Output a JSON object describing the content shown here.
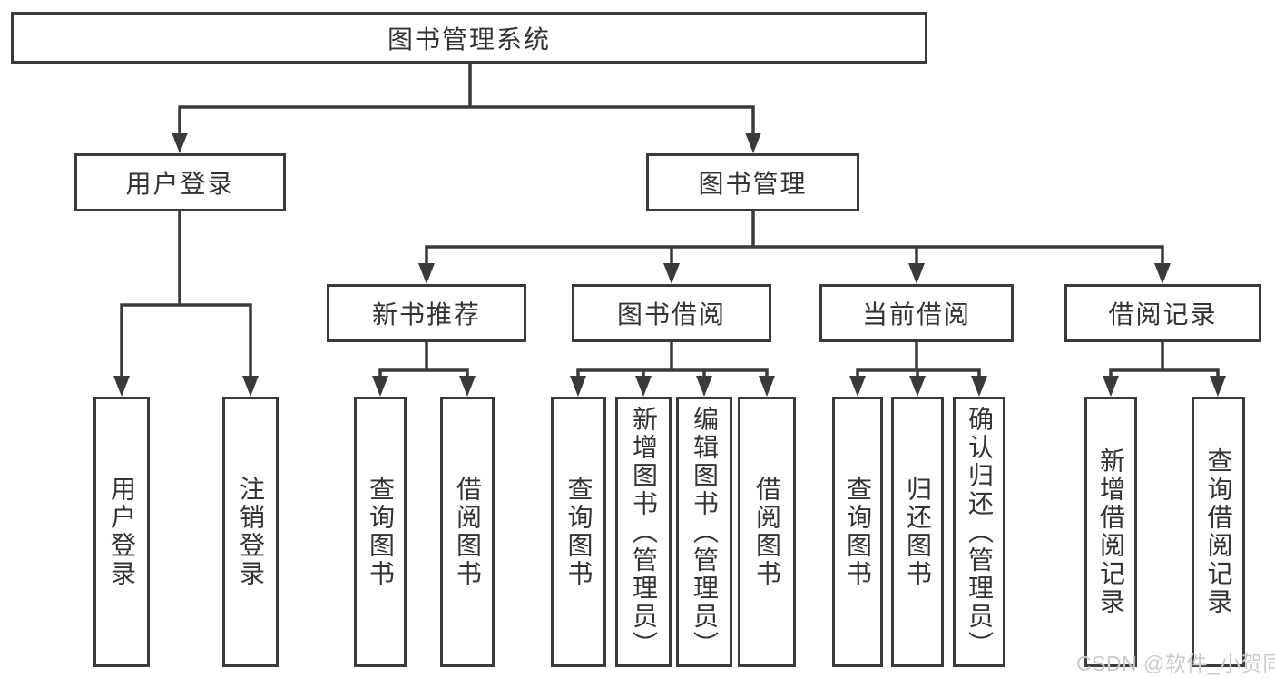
{
  "nodes": {
    "root": "图书管理系统",
    "level2": [
      "用户登录",
      "图书管理"
    ],
    "level3": [
      "新书推荐",
      "图书借阅",
      "当前借阅",
      "借阅记录"
    ],
    "leaves": [
      "用户登录",
      "注销登录",
      "查询图书",
      "借阅图书",
      "查询图书",
      "新增图书（管理员）",
      "编辑图书（管理员）",
      "借阅图书",
      "查询图书",
      "归还图书",
      "确认归还（管理员）",
      "新增借阅记录",
      "查询借阅记录"
    ]
  },
  "watermark": {
    "text": "CSDN @软件_小贺同学"
  },
  "colors": {
    "line": "#3a3a3a",
    "box_border": "#3a3a3a",
    "text": "#333333",
    "background": "#ffffff",
    "watermark": "#cbcbcb"
  }
}
